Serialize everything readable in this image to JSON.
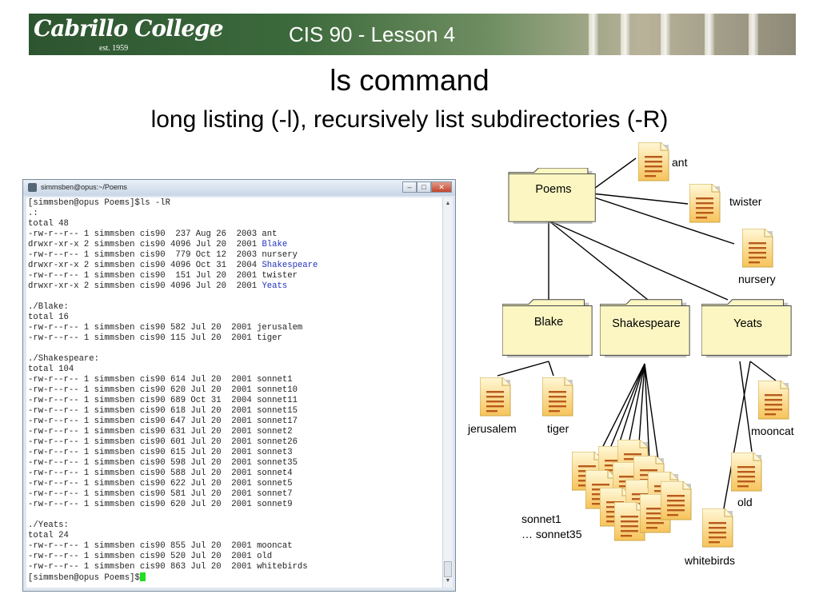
{
  "banner": {
    "logo": "Cabrillo College",
    "est": "est. 1959",
    "title": "CIS 90 - Lesson 4"
  },
  "slide": {
    "title": "ls command",
    "subtitle": "long listing (-l), recursively list subdirectories (-R)"
  },
  "terminal": {
    "window_title": "simmsben@opus:~/Poems",
    "buttons": [
      "–",
      "□",
      "✕"
    ],
    "lines": [
      {
        "text": "[simmsben@opus Poems]$ls -lR"
      },
      {
        "text": ".:"
      },
      {
        "text": "total 48"
      },
      {
        "text": "-rw-r--r-- 1 simmsben cis90  237 Aug 26  2003 ant"
      },
      {
        "text": "drwxr-xr-x 2 simmsben cis90 4096 Jul 20  2001 ",
        "dir": "Blake"
      },
      {
        "text": "-rw-r--r-- 1 simmsben cis90  779 Oct 12  2003 nursery"
      },
      {
        "text": "drwxr-xr-x 2 simmsben cis90 4096 Oct 31  2004 ",
        "dir": "Shakespeare"
      },
      {
        "text": "-rw-r--r-- 1 simmsben cis90  151 Jul 20  2001 twister"
      },
      {
        "text": "drwxr-xr-x 2 simmsben cis90 4096 Jul 20  2001 ",
        "dir": "Yeats"
      },
      {
        "text": ""
      },
      {
        "text": "./Blake:"
      },
      {
        "text": "total 16"
      },
      {
        "text": "-rw-r--r-- 1 simmsben cis90 582 Jul 20  2001 jerusalem"
      },
      {
        "text": "-rw-r--r-- 1 simmsben cis90 115 Jul 20  2001 tiger"
      },
      {
        "text": ""
      },
      {
        "text": "./Shakespeare:"
      },
      {
        "text": "total 104"
      },
      {
        "text": "-rw-r--r-- 1 simmsben cis90 614 Jul 20  2001 sonnet1"
      },
      {
        "text": "-rw-r--r-- 1 simmsben cis90 620 Jul 20  2001 sonnet10"
      },
      {
        "text": "-rw-r--r-- 1 simmsben cis90 689 Oct 31  2004 sonnet11"
      },
      {
        "text": "-rw-r--r-- 1 simmsben cis90 618 Jul 20  2001 sonnet15"
      },
      {
        "text": "-rw-r--r-- 1 simmsben cis90 647 Jul 20  2001 sonnet17"
      },
      {
        "text": "-rw-r--r-- 1 simmsben cis90 631 Jul 20  2001 sonnet2"
      },
      {
        "text": "-rw-r--r-- 1 simmsben cis90 601 Jul 20  2001 sonnet26"
      },
      {
        "text": "-rw-r--r-- 1 simmsben cis90 615 Jul 20  2001 sonnet3"
      },
      {
        "text": "-rw-r--r-- 1 simmsben cis90 598 Jul 20  2001 sonnet35"
      },
      {
        "text": "-rw-r--r-- 1 simmsben cis90 588 Jul 20  2001 sonnet4"
      },
      {
        "text": "-rw-r--r-- 1 simmsben cis90 622 Jul 20  2001 sonnet5"
      },
      {
        "text": "-rw-r--r-- 1 simmsben cis90 581 Jul 20  2001 sonnet7"
      },
      {
        "text": "-rw-r--r-- 1 simmsben cis90 620 Jul 20  2001 sonnet9"
      },
      {
        "text": ""
      },
      {
        "text": "./Yeats:"
      },
      {
        "text": "total 24"
      },
      {
        "text": "-rw-r--r-- 1 simmsben cis90 855 Jul 20  2001 mooncat"
      },
      {
        "text": "-rw-r--r-- 1 simmsben cis90 520 Jul 20  2001 old"
      },
      {
        "text": "-rw-r--r-- 1 simmsben cis90 863 Jul 20  2001 whitebirds"
      },
      {
        "text": "[simmsben@opus Poems]$",
        "cursor": true
      }
    ],
    "colors": {
      "directory": "#2233bb",
      "cursor": "#22dd22"
    }
  },
  "diagram": {
    "folders": {
      "poems": "Poems",
      "blake": "Blake",
      "shakespeare": "Shakespeare",
      "yeats": "Yeats"
    },
    "files": {
      "ant": "ant",
      "twister": "twister",
      "nursery": "nursery",
      "jerusalem": "jerusalem",
      "tiger": "tiger",
      "mooncat": "mooncat",
      "old": "old",
      "whitebirds": "whitebirds",
      "sonnets_line1": "sonnet1",
      "sonnets_line2": "… sonnet35"
    },
    "colors": {
      "folder": "#fbf6c2",
      "document": "#fbd77a"
    }
  }
}
